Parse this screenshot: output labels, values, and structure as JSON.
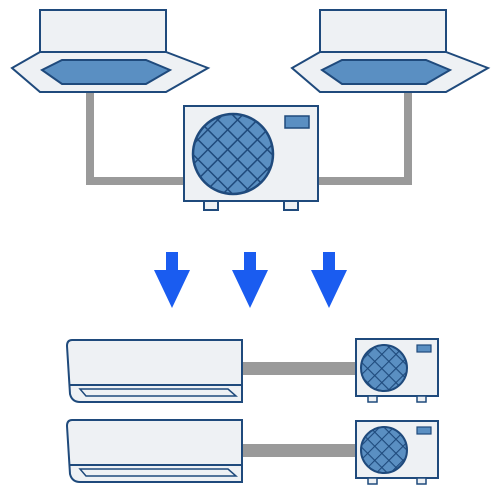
{
  "colors": {
    "outline": "#1f4a7c",
    "panel_fill": "#eef1f4",
    "grille_fill": "#5a8fc2",
    "pipe": "#9a9a9a",
    "arrow": "#1a5cf0",
    "background": "#ffffff"
  },
  "diagram": {
    "top_section": {
      "ceiling_cassettes": [
        "ceiling-cassette-unit",
        "ceiling-cassette-unit"
      ],
      "outdoor_units": 1
    },
    "transition": {
      "arrows": 3,
      "icon": "arrow-down-icon"
    },
    "bottom_section": {
      "pairs": [
        {
          "indoor": "wall-mounted-split-unit",
          "outdoor": "outdoor-condenser-unit"
        },
        {
          "indoor": "wall-mounted-split-unit",
          "outdoor": "outdoor-condenser-unit"
        }
      ]
    }
  }
}
